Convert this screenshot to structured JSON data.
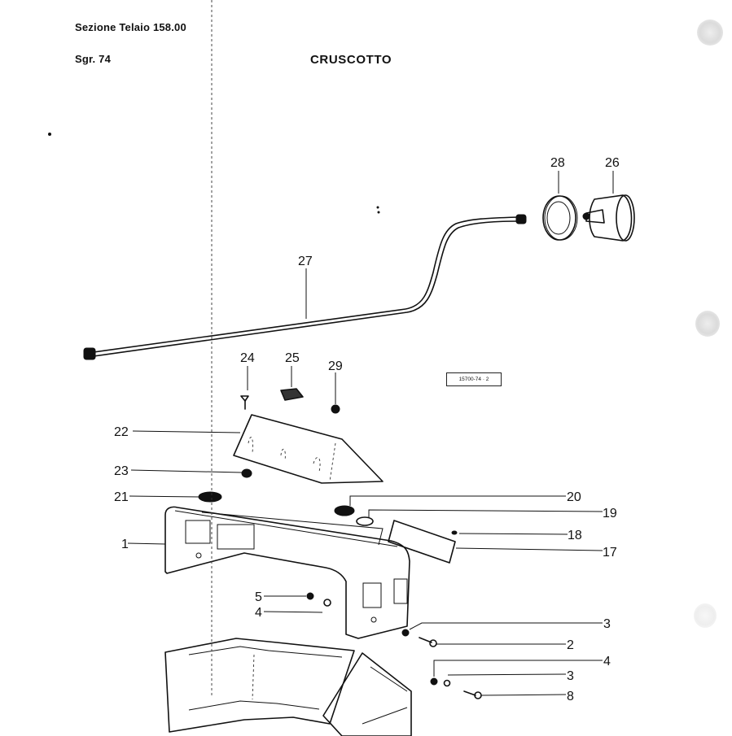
{
  "header": {
    "section": "Sezione Telaio 158.00",
    "subgroup": "Sgr. 74",
    "title": "CRUSCOTTO"
  },
  "reference_code": "15700-74 · 2",
  "callouts": [
    {
      "id": "c28",
      "label": "28",
      "part": "instrument-bezel-ring"
    },
    {
      "id": "c26",
      "label": "26",
      "part": "speedometer-gauge"
    },
    {
      "id": "c27",
      "label": "27",
      "part": "speedometer-cable"
    },
    {
      "id": "c24",
      "label": "24",
      "part": "screw"
    },
    {
      "id": "c25",
      "label": "25",
      "part": "clip"
    },
    {
      "id": "c29",
      "label": "29",
      "part": "plug"
    },
    {
      "id": "c22",
      "label": "22",
      "part": "dashboard-cover"
    },
    {
      "id": "c23",
      "label": "23",
      "part": "grommet"
    },
    {
      "id": "c21",
      "label": "21",
      "part": "grommet-large"
    },
    {
      "id": "c1",
      "label": "1",
      "part": "dashboard-bracket"
    },
    {
      "id": "c20",
      "label": "20",
      "part": "cap"
    },
    {
      "id": "c19",
      "label": "19",
      "part": "washer-ring"
    },
    {
      "id": "c18",
      "label": "18",
      "part": "rivet"
    },
    {
      "id": "c17",
      "label": "17",
      "part": "cover-plate"
    },
    {
      "id": "c5",
      "label": "5",
      "part": "nut"
    },
    {
      "id": "c4a",
      "label": "4",
      "part": "washer"
    },
    {
      "id": "c3a",
      "label": "3",
      "part": "washer"
    },
    {
      "id": "c2",
      "label": "2",
      "part": "bolt"
    },
    {
      "id": "c4b",
      "label": "4",
      "part": "washer"
    },
    {
      "id": "c3b",
      "label": "3",
      "part": "washer"
    },
    {
      "id": "c8",
      "label": "8",
      "part": "bolt"
    }
  ]
}
